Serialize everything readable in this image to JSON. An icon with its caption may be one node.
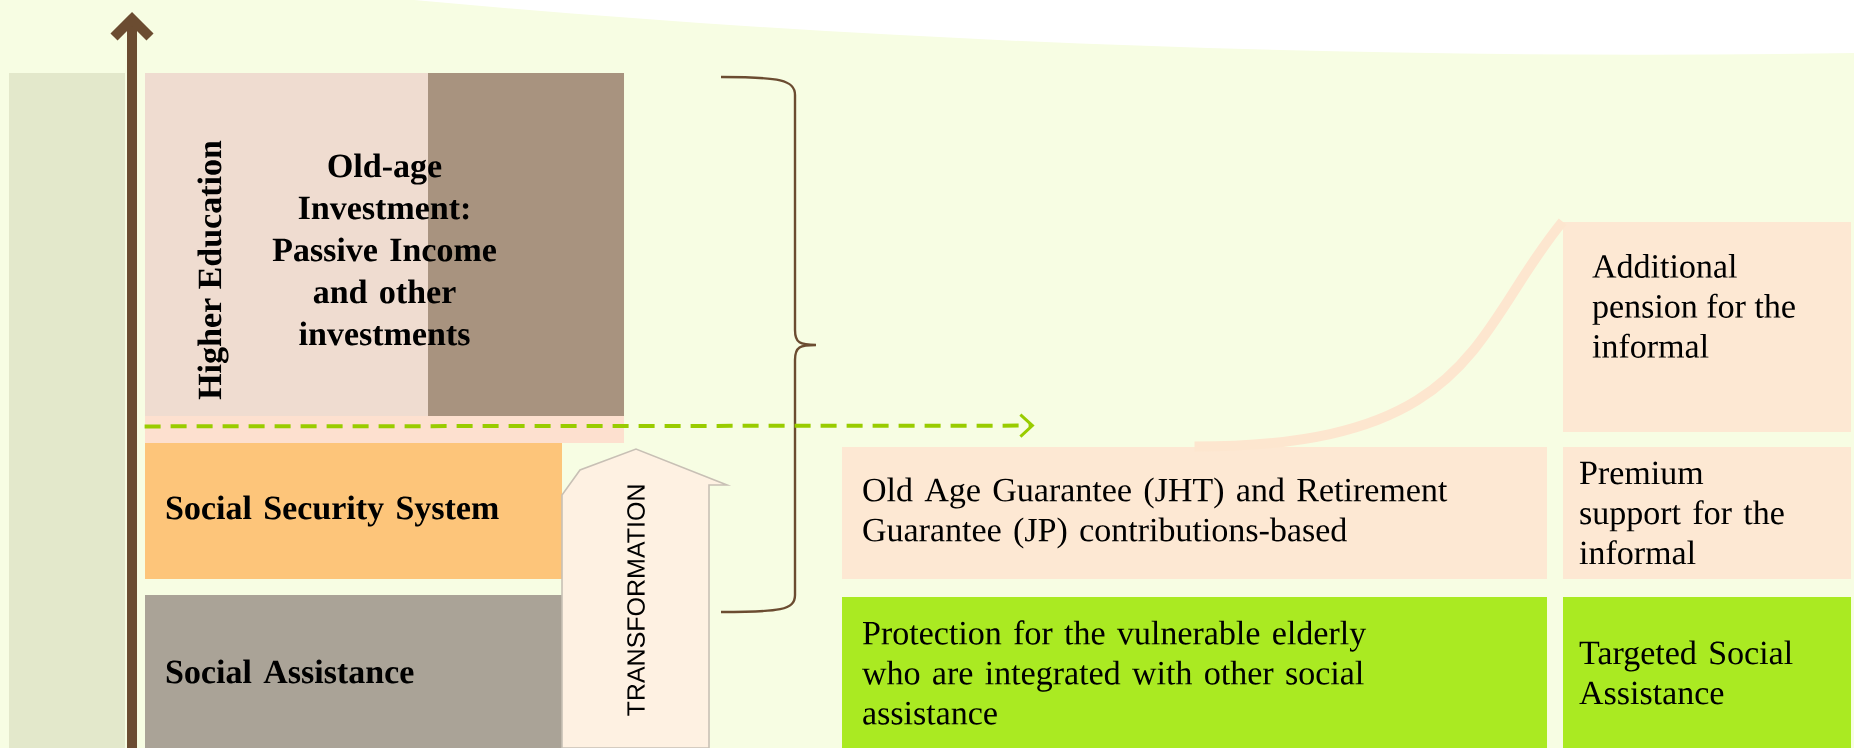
{
  "diagram": {
    "nodes": [
      {
        "text": [
          "Old-age Investment: Passive Income and other investments"
        ]
      },
      {
        "text": [
          "Social Security System"
        ]
      },
      {
        "text": [
          "Social Assistance"
        ]
      },
      {
        "text": [
          "TRANSFORMATION"
        ]
      },
      {
        "text": [
          "Old Age Guarantee (JHT) and Retirement Guarantee (JP) contributions-based"
        ]
      },
      {
        "text": [
          "Protection for the vulnerable elderly who are integrated with other social assistance"
        ]
      },
      {
        "text": [
          "Additional pension for the informal"
        ]
      },
      {
        "text": [
          "Premium support for the informal"
        ]
      },
      {
        "text": [
          "Targeted Social Assistance"
        ]
      },
      {
        "text": [],
        "shape": "bar"
      }
    ],
    "edges": [
      {
        "from": 0,
        "to": 4,
        "arrow": "to",
        "style": "dashed",
        "color": "#99cc00"
      },
      {
        "from": 4,
        "to": 6,
        "arrow": "none",
        "style": "thick",
        "color": "#fde6cf"
      }
    ],
    "labels": [
      "Higher Education"
    ]
  }
}
